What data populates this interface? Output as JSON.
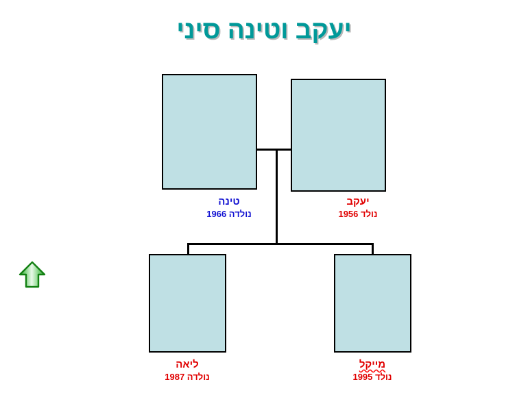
{
  "slide": {
    "title": "יעקב וטינה סיני",
    "background_color": "#ffffff",
    "title_color": "#009999",
    "title_shadow_color": "#b8b8b8",
    "box_fill_color": "#bfe0e4",
    "box_border_color": "#000000",
    "connector_color": "#000000",
    "blue_text_color": "#1414d2",
    "red_text_color": "#e00000",
    "spellcheck_underline_color": "#ff0000"
  },
  "people": {
    "parent_left": {
      "name": "טינה",
      "born": "נולדה 1966",
      "color": "#1414d2",
      "photo_alt": "empty-photo-placeholder"
    },
    "parent_right": {
      "name": "יעקב",
      "born": "נולד 1956",
      "color": "#e00000",
      "photo_alt": "empty-photo-placeholder"
    },
    "child_left": {
      "name": "ליאה",
      "born": "נולדה 1987",
      "color": "#e00000",
      "photo_alt": "empty-photo-placeholder"
    },
    "child_right": {
      "name": "מייקל",
      "born": "נולד 1995",
      "color": "#e00000",
      "photo_alt": "empty-photo-placeholder",
      "spellcheck_flagged": true
    }
  },
  "controls": {
    "up_arrow": {
      "icon": "arrow-up-icon",
      "color": "#1faa1f"
    }
  }
}
